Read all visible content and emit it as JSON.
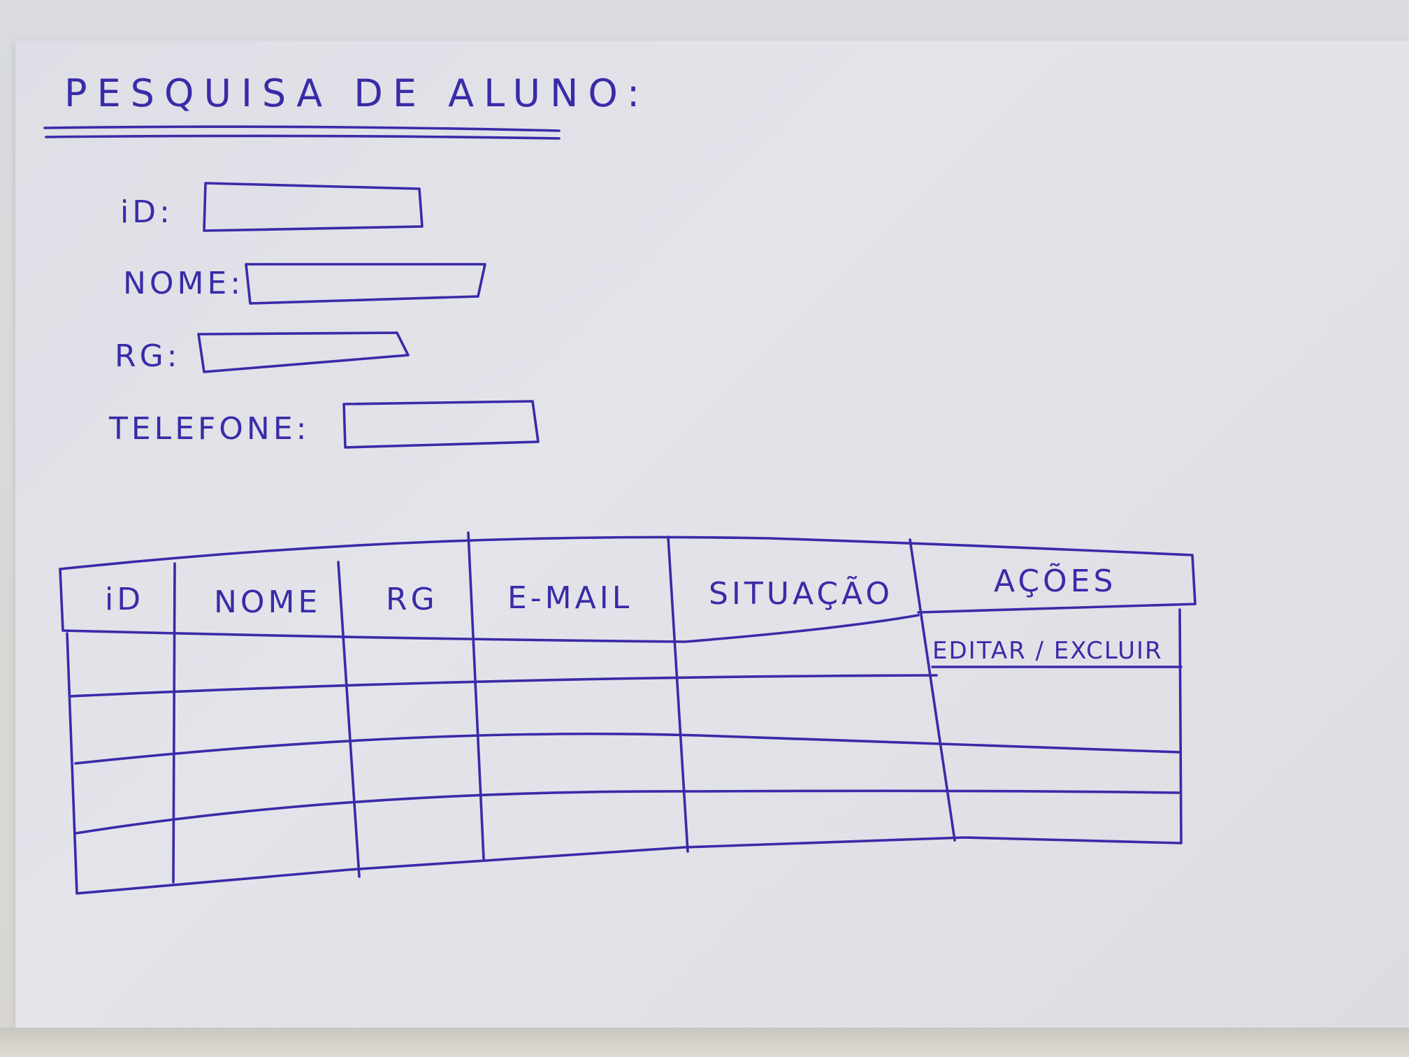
{
  "page": {
    "title": "PESQUISA DE ALUNO:"
  },
  "form": {
    "fields": [
      {
        "label": "iD:",
        "value": ""
      },
      {
        "label": "NOME:",
        "value": ""
      },
      {
        "label": "RG:",
        "value": ""
      },
      {
        "label": "TELEFONE:",
        "value": ""
      }
    ]
  },
  "table": {
    "columns": [
      "iD",
      "NOME",
      "RG",
      "E-MAIL",
      "SITUAÇÃO",
      "AÇÕES"
    ],
    "rows": [
      [
        "",
        "",
        "",
        "",
        "",
        "EDITAR / EXCLUIR"
      ],
      [
        "",
        "",
        "",
        "",
        "",
        ""
      ],
      [
        "",
        "",
        "",
        "",
        "",
        ""
      ],
      [
        "",
        "",
        "",
        "",
        "",
        ""
      ]
    ]
  },
  "style": {
    "ink_color": "#3b2aa8",
    "paper_color": "#e1e2e8"
  }
}
